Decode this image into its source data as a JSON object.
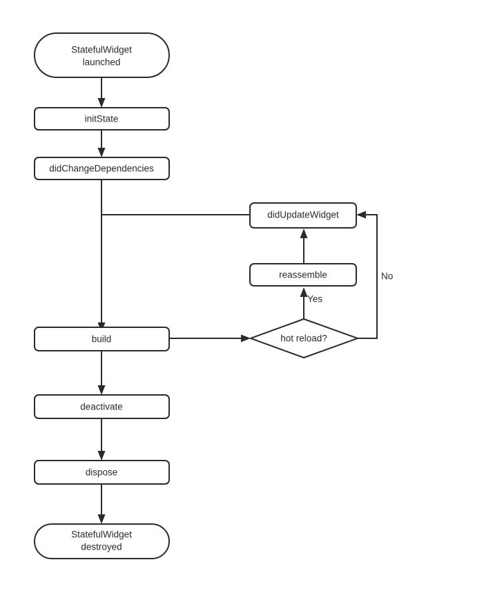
{
  "diagram": {
    "title": "StatefulWidget lifecycle flowchart",
    "colors": {
      "stroke": "#2b2b2b",
      "fill": "#ffffff",
      "background": "#ffffff",
      "text": "#2b2b2b"
    },
    "nodes": {
      "start": {
        "id": "start",
        "shape": "stadium",
        "line1": "StatefulWidget",
        "line2": "launched"
      },
      "init_state": {
        "id": "init_state",
        "shape": "rounded-rect",
        "label": "initState"
      },
      "did_change_dependencies": {
        "id": "did_change_dependencies",
        "shape": "rounded-rect",
        "label": "didChangeDependencies"
      },
      "did_update_widget": {
        "id": "did_update_widget",
        "shape": "rounded-rect",
        "label": "didUpdateWidget"
      },
      "reassemble": {
        "id": "reassemble",
        "shape": "rounded-rect",
        "label": "reassemble"
      },
      "build": {
        "id": "build",
        "shape": "rounded-rect",
        "label": "build"
      },
      "hot_reload": {
        "id": "hot_reload",
        "shape": "diamond",
        "label": "hot reload?"
      },
      "deactivate": {
        "id": "deactivate",
        "shape": "rounded-rect",
        "label": "deactivate"
      },
      "dispose": {
        "id": "dispose",
        "shape": "rounded-rect",
        "label": "dispose"
      },
      "end": {
        "id": "end",
        "shape": "stadium",
        "line1": "StatefulWidget",
        "line2": "destroyed"
      }
    },
    "edge_labels": {
      "yes": "Yes",
      "no": "No"
    },
    "edges": [
      {
        "from": "start",
        "to": "init_state",
        "label": ""
      },
      {
        "from": "init_state",
        "to": "did_change_dependencies",
        "label": ""
      },
      {
        "from": "did_change_dependencies",
        "to": "did_update_widget",
        "label": ""
      },
      {
        "from": "did_change_dependencies",
        "to": "build",
        "label": ""
      },
      {
        "from": "build",
        "to": "hot_reload",
        "label": ""
      },
      {
        "from": "hot_reload",
        "to": "reassemble",
        "label": "Yes"
      },
      {
        "from": "hot_reload",
        "to": "did_update_widget",
        "label": "No"
      },
      {
        "from": "reassemble",
        "to": "did_update_widget",
        "label": ""
      },
      {
        "from": "build",
        "to": "deactivate",
        "label": ""
      },
      {
        "from": "deactivate",
        "to": "dispose",
        "label": ""
      },
      {
        "from": "dispose",
        "to": "end",
        "label": ""
      }
    ]
  }
}
